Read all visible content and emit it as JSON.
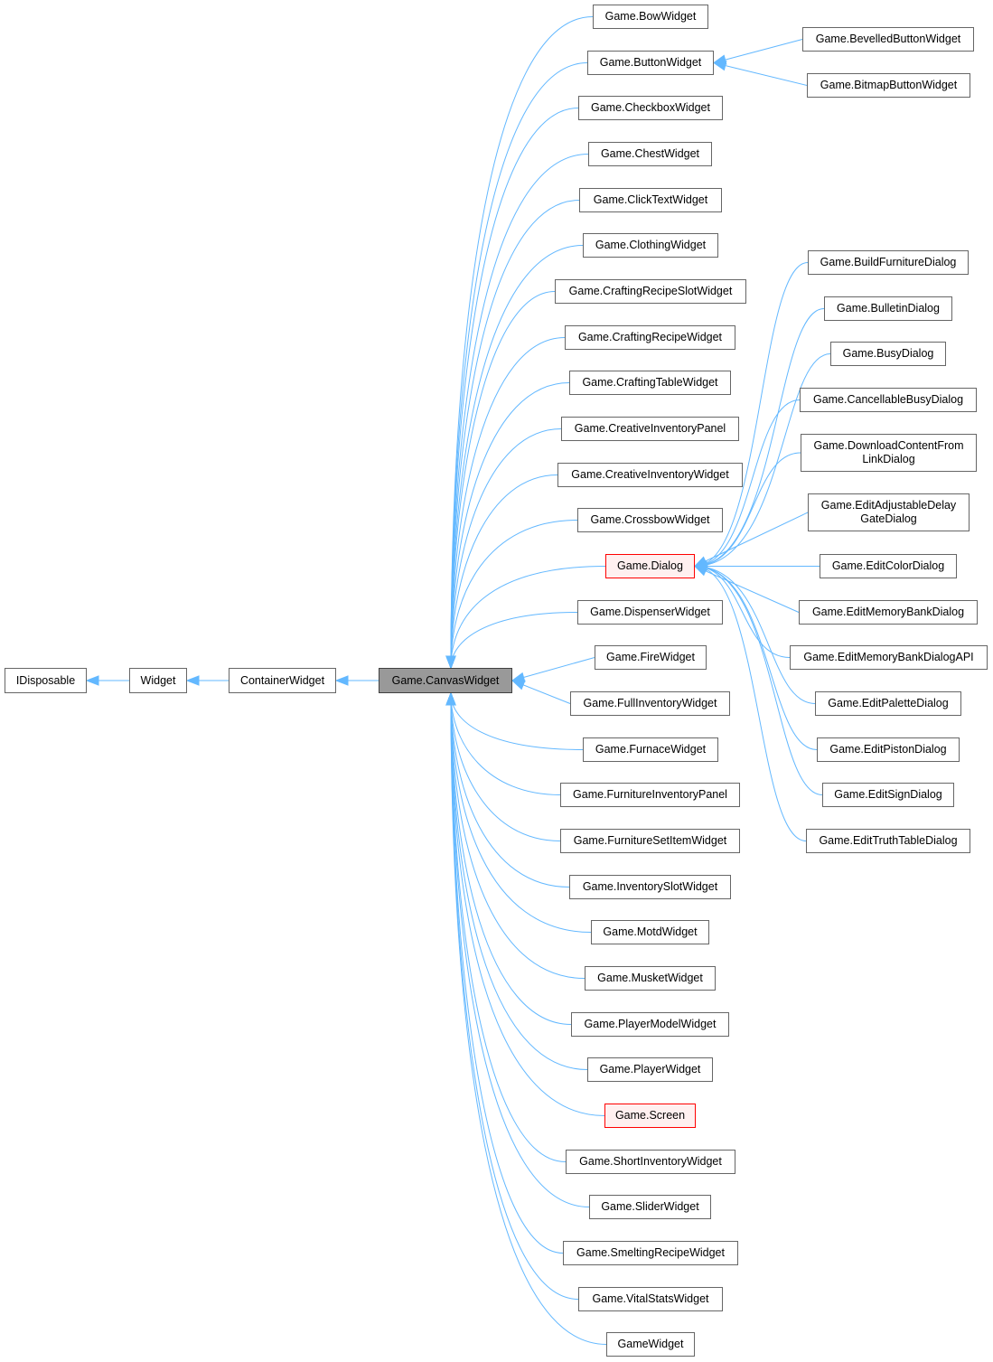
{
  "colors": {
    "edge": "#63b8ff",
    "node_border": "#666666",
    "current_fill": "#999999",
    "truncated_border": "#ff0000",
    "truncated_fill": "#fff0f0"
  },
  "nodes": {
    "idisposable": "IDisposable",
    "widget": "Widget",
    "container_widget": "ContainerWidget",
    "canvas_widget": "Game.CanvasWidget",
    "bow_widget": "Game.BowWidget",
    "button_widget": "Game.ButtonWidget",
    "checkbox_widget": "Game.CheckboxWidget",
    "chest_widget": "Game.ChestWidget",
    "click_text_widget": "Game.ClickTextWidget",
    "clothing_widget": "Game.ClothingWidget",
    "crafting_recipe_slot_widget": "Game.CraftingRecipeSlotWidget",
    "crafting_recipe_widget": "Game.CraftingRecipeWidget",
    "crafting_table_widget": "Game.CraftingTableWidget",
    "creative_inventory_panel": "Game.CreativeInventoryPanel",
    "creative_inventory_widget": "Game.CreativeInventoryWidget",
    "crossbow_widget": "Game.CrossbowWidget",
    "dialog": "Game.Dialog",
    "dispenser_widget": "Game.DispenserWidget",
    "fire_widget": "Game.FireWidget",
    "full_inventory_widget": "Game.FullInventoryWidget",
    "furnace_widget": "Game.FurnaceWidget",
    "furniture_inventory_panel": "Game.FurnitureInventoryPanel",
    "furniture_set_item_widget": "Game.FurnitureSetItemWidget",
    "inventory_slot_widget": "Game.InventorySlotWidget",
    "motd_widget": "Game.MotdWidget",
    "musket_widget": "Game.MusketWidget",
    "player_model_widget": "Game.PlayerModelWidget",
    "player_widget": "Game.PlayerWidget",
    "screen": "Game.Screen",
    "short_inventory_widget": "Game.ShortInventoryWidget",
    "slider_widget": "Game.SliderWidget",
    "smelting_recipe_widget": "Game.SmeltingRecipeWidget",
    "vital_stats_widget": "Game.VitalStatsWidget",
    "game_widget": "GameWidget",
    "bevelled_button_widget": "Game.BevelledButtonWidget",
    "bitmap_button_widget": "Game.BitmapButtonWidget",
    "build_furniture_dialog": "Game.BuildFurnitureDialog",
    "bulletin_dialog": "Game.BulletinDialog",
    "busy_dialog": "Game.BusyDialog",
    "cancellable_busy_dialog": "Game.CancellableBusyDialog",
    "download_content_from_link_dialog": "Game.DownloadContentFrom LinkDialog",
    "edit_adjustable_delay_gate_dialog": "Game.EditAdjustableDelay GateDialog",
    "edit_color_dialog": "Game.EditColorDialog",
    "edit_memory_bank_dialog": "Game.EditMemoryBankDialog",
    "edit_memory_bank_dialog_api": "Game.EditMemoryBankDialogAPI",
    "edit_palette_dialog": "Game.EditPaletteDialog",
    "edit_piston_dialog": "Game.EditPistonDialog",
    "edit_sign_dialog": "Game.EditSignDialog",
    "edit_truth_table_dialog": "Game.EditTruthTableDialog"
  }
}
